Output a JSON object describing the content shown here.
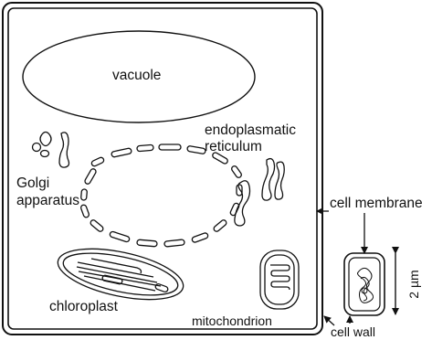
{
  "labels": {
    "vacuole": "vacuole",
    "er_line1": "endoplasmatic",
    "er_line2": "reticulum",
    "golgi_line1": "Golgi",
    "golgi_line2": "apparatus",
    "cell_membrane": "cell membrane",
    "chloroplast": "chloroplast",
    "mitochondrion": "mitochondrion",
    "cell_wall": "cell wall",
    "scale": "2 µm"
  },
  "colors": {
    "stroke": "#111111",
    "background": "#ffffff"
  }
}
